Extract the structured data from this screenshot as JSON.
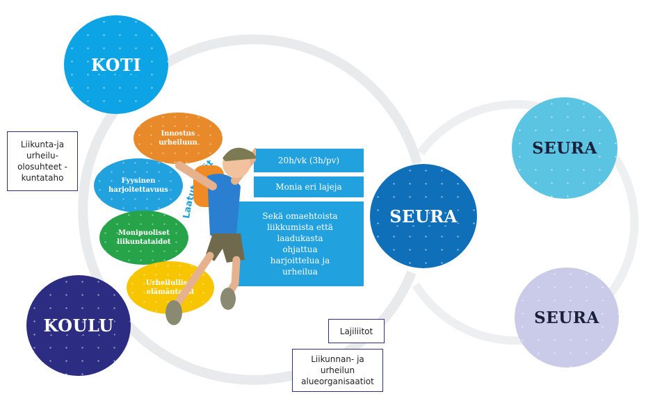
{
  "circles": {
    "koti": "KOTI",
    "koulu": "KOULU",
    "seura_main": "SEURA",
    "seura_top": "SEURA",
    "seura_bottom": "SEURA"
  },
  "bubbles": {
    "innostus": "Innostus urheiluun",
    "fyysinen": "Fyysinen harjoitettavuus",
    "monipuoliset": "Monipuoliset liikuntataidot",
    "elamantavat": "Urheilulliset elämäntavat"
  },
  "arc_text": "Laatutekijät",
  "panels": {
    "hours": "20h/vk (3h/pv)",
    "sports": "Monia eri lajeja",
    "training": "Sekä omaehtoista liikkumista että laadukasta ohjattua harjoittelua ja urheilua"
  },
  "boxes": {
    "kunta": "Liikunta-ja urheilu-olosuhteet -kuntataho",
    "lajiliitot": "Lajiliitot",
    "alue": "Liikunnan- ja urheilun alueorganisaatiot"
  },
  "colors": {
    "koti": "#0ca4e4",
    "koulu": "#2b2c82",
    "seura_main": "#0f6fb8",
    "seura_top": "#5bc4e2",
    "seura_bottom": "#c9cbe8",
    "innostus": "#e8892a",
    "fyysinen": "#21a1de",
    "monipuoliset": "#27a44a",
    "elamantavat": "#f7c600",
    "panel": "#21a1de",
    "ring": "#e9eaec"
  }
}
